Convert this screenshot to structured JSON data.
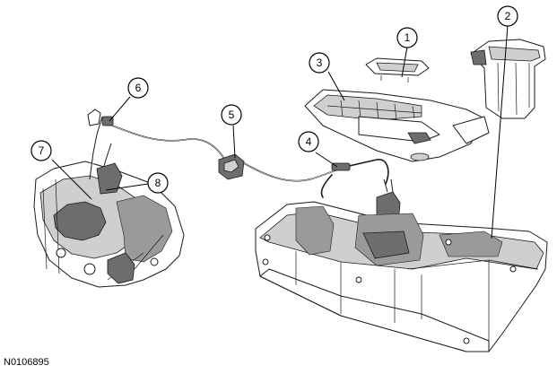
{
  "figure": {
    "drawing_id": "N0106895",
    "callouts": [
      {
        "number": "1"
      },
      {
        "number": "2"
      },
      {
        "number": "3"
      },
      {
        "number": "4"
      },
      {
        "number": "5"
      },
      {
        "number": "6"
      },
      {
        "number": "7"
      },
      {
        "number": "8"
      }
    ]
  }
}
